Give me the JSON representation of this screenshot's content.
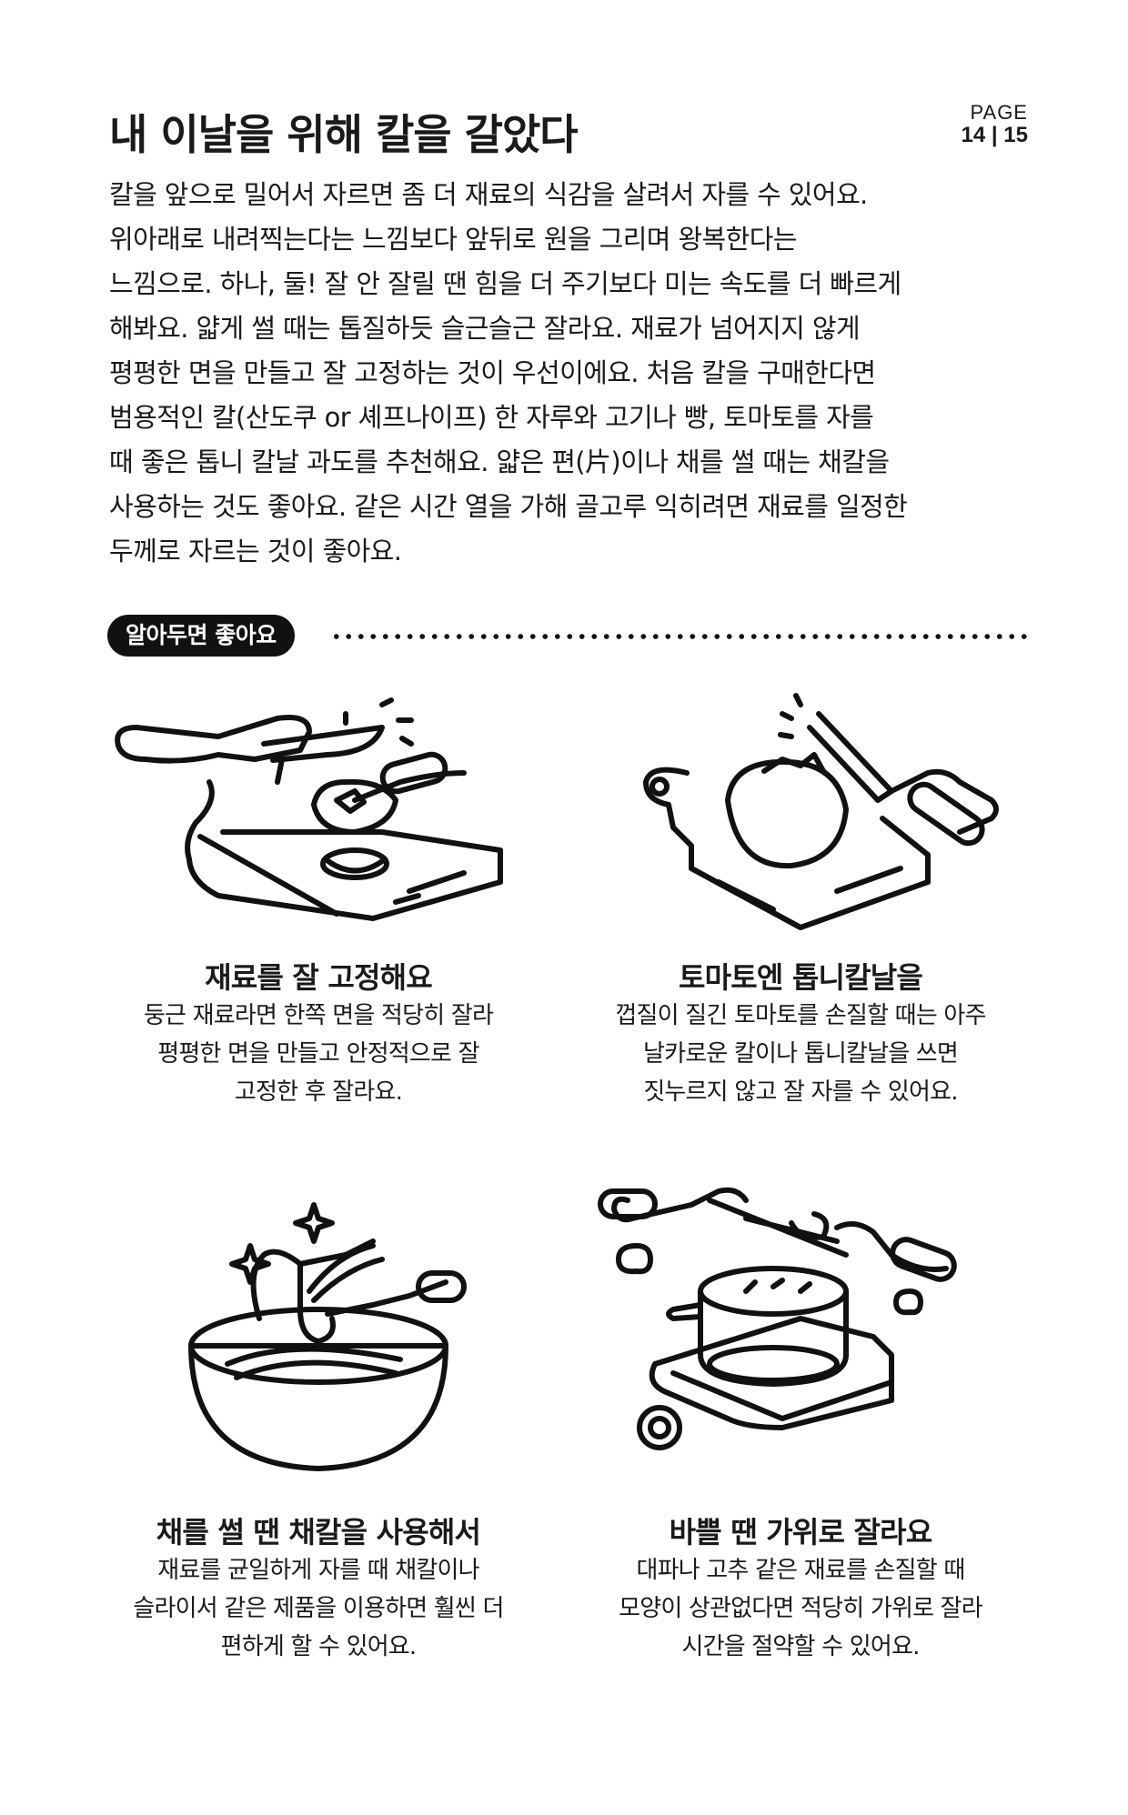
{
  "header": {
    "title": "내 이날을 위해 칼을 갈았다",
    "page_word": "PAGE",
    "page_number": "14 | 15"
  },
  "intro": {
    "lines": [
      "칼을 앞으로 밀어서 자르면 좀 더 재료의 식감을 살려서 자를 수 있어요.",
      "위아래로 내려찍는다는 느낌보다 앞뒤로 원을 그리며 왕복한다는",
      "느낌으로. 하나, 둘! 잘 안 잘릴 땐 힘을 더 주기보다 미는 속도를 더 빠르게",
      "해봐요. 얇게 썰 때는 톱질하듯 슬근슬근 잘라요. 재료가 넘어지지 않게",
      "평평한 면을 만들고 잘 고정하는 것이 우선이에요. 처음 칼을 구매한다면",
      "범용적인 칼(산도쿠 or 셰프나이프) 한 자루와 고기나 빵, 토마토를 자를",
      "때 좋은 톱니 칼날 과도를 추천해요. 얇은 편(片)이나 채를 썰 때는 채칼을",
      "사용하는 것도 좋아요. 같은 시간 열을 가해 골고루 익히려면 재료를 일정한",
      "두께로 자르는 것이 좋아요."
    ]
  },
  "tip": {
    "badge": "알아두면 좋아요"
  },
  "cards": [
    {
      "icon": "cutting-tomato-halves-icon",
      "title": "재료를 잘 고정해요",
      "desc": [
        "둥근 재료라면 한쪽 면을 적당히 잘라",
        "평평한 면을 만들고 안정적으로 잘",
        "고정한 후 잘라요."
      ]
    },
    {
      "icon": "serrated-knife-tomato-icon",
      "title": "토마토엔 톱니칼날을",
      "desc": [
        "껍질이 질긴 토마토를 손질할 때는 아주",
        "날카로운 칼이나 톱니칼날을 쓰면",
        "짓누르지 않고 잘 자를 수 있어요."
      ]
    },
    {
      "icon": "julienne-bowl-icon",
      "title": "채를 썰 땐 채칼을 사용해서",
      "desc": [
        "재료를 균일하게 자를 때 채칼이나",
        "슬라이서 같은 제품을 이용하면 훨씬 더",
        "편하게 할 수 있어요."
      ]
    },
    {
      "icon": "scissors-pot-stove-icon",
      "title": "바쁠 땐 가위로 잘라요",
      "desc": [
        "대파나 고추 같은 재료를 손질할 때",
        "모양이 상관없다면 적당히 가위로 잘라",
        "시간을 절약할 수 있어요."
      ]
    }
  ]
}
